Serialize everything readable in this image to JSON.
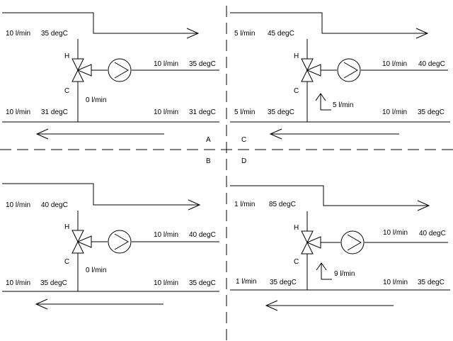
{
  "line_color": "#000000",
  "background": "#ffffff",
  "dividers": {
    "letters": [
      "A",
      "B",
      "C",
      "D"
    ]
  },
  "panels": [
    {
      "id": "A",
      "supply_flow": "10 l/min",
      "supply_temp": "35 degC",
      "hot_port": "H",
      "cold_port": "C",
      "bypass_flow": "0 l/min",
      "circuit_flow": "10 l/min",
      "circuit_temp": "35 degC",
      "return_flow": "10 l/min",
      "return_temp": "31 degC",
      "circuit_return_flow": "10 l/min",
      "circuit_return_temp": "31 degC"
    },
    {
      "id": "C",
      "supply_flow": "5 l/min",
      "supply_temp": "45 degC",
      "hot_port": "H",
      "cold_port": "C",
      "bypass_flow": "5 l/min",
      "circuit_flow": "10 l/min",
      "circuit_temp": "40 degC",
      "return_flow": "5 l/min",
      "return_temp": "35 degC",
      "circuit_return_flow": "10 l/min",
      "circuit_return_temp": "35 degC"
    },
    {
      "id": "B",
      "supply_flow": "10 l/min",
      "supply_temp": "40 degC",
      "hot_port": "H",
      "cold_port": "C",
      "bypass_flow": "0 l/min",
      "circuit_flow": "10 l/min",
      "circuit_temp": "40 degC",
      "return_flow": "10 l/min",
      "return_temp": "35 degC",
      "circuit_return_flow": "10 l/min",
      "circuit_return_temp": "35 degC"
    },
    {
      "id": "D",
      "supply_flow": "1 l/min",
      "supply_temp": "85 degC",
      "hot_port": "H",
      "cold_port": "C",
      "bypass_flow": "9 l/min",
      "circuit_flow": "10 l/min",
      "circuit_temp": "40 degC",
      "return_flow": "1 l/min",
      "return_temp": "35 degC",
      "circuit_return_flow": "10 l/min",
      "circuit_return_temp": "35 degC"
    }
  ]
}
